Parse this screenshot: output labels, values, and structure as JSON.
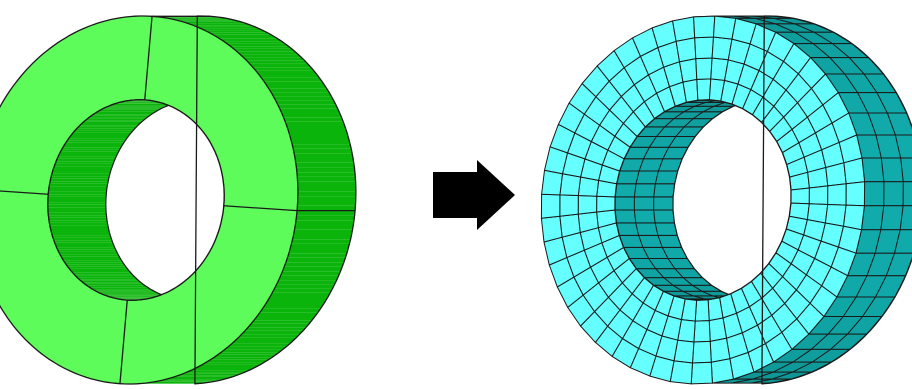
{
  "figure": {
    "left_part": {
      "state": "unmeshed",
      "face_color": "#5efc5b",
      "side_color": "#0bb40b",
      "partition_count": 4
    },
    "arrow": {
      "icon": "right-arrow-icon",
      "color": "#000000"
    },
    "right_part": {
      "state": "meshed",
      "face_color": "#66ffff",
      "side_color": "#12b8b8",
      "circumferential_divisions": 48,
      "radial_divisions": 4,
      "thickness_divisions": 3
    },
    "edge_color": "#1a1a1a"
  }
}
